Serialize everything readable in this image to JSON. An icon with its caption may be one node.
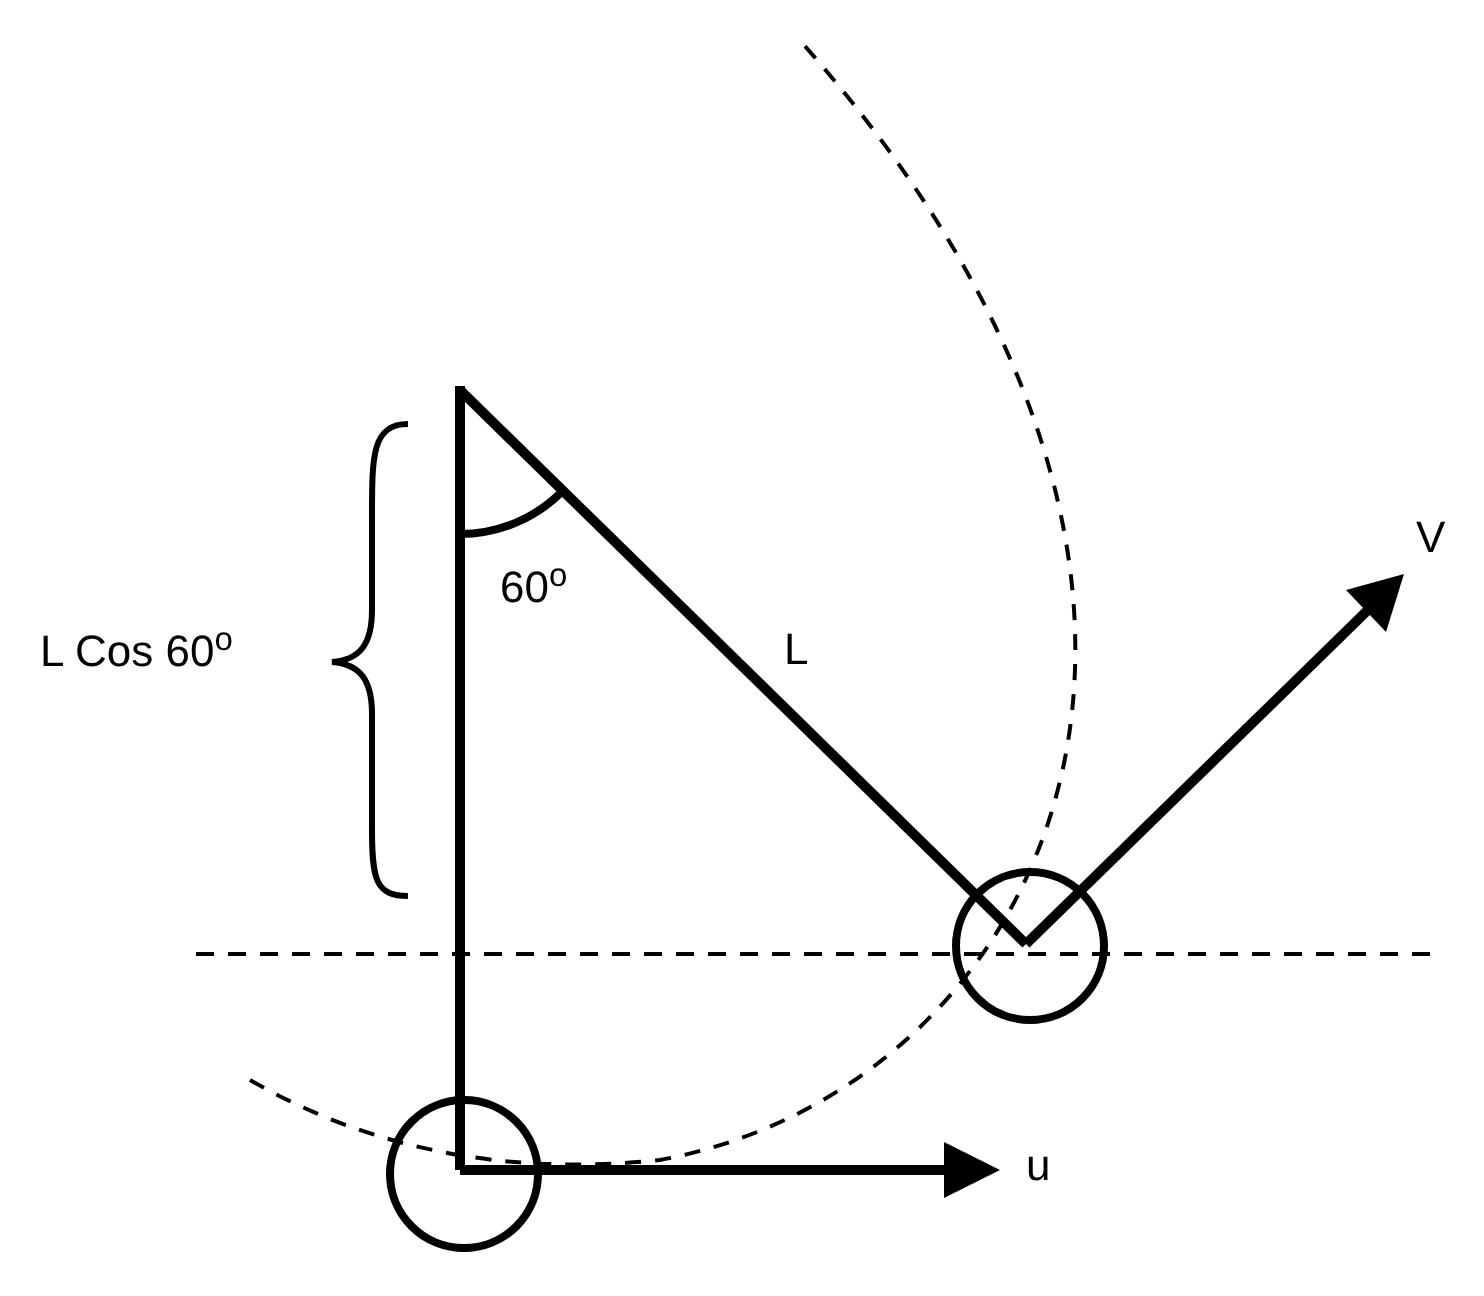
{
  "diagram": {
    "nodes": [
      {
        "text": [],
        "shape": "circle"
      },
      {
        "text": [],
        "shape": "circle"
      }
    ],
    "labels": [
      "L Cos 60$^{o}$",
      "60$^{o}$",
      "L",
      "V",
      "u"
    ]
  }
}
